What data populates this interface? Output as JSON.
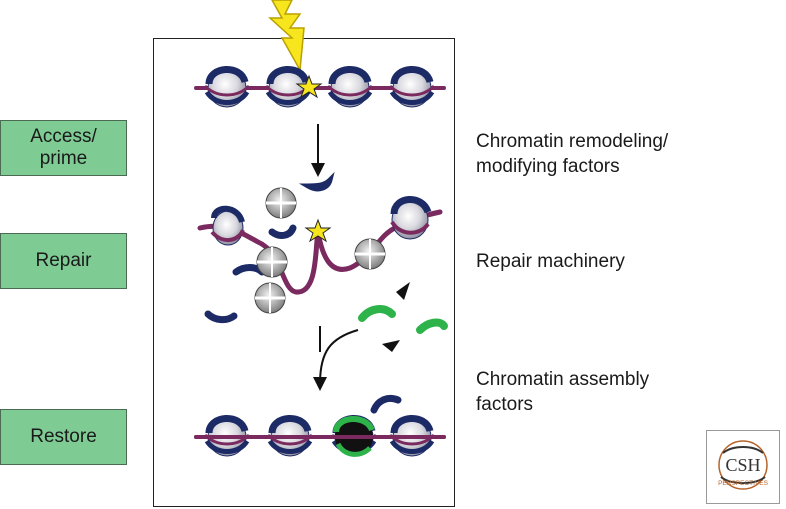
{
  "stages": [
    {
      "label": "Access/\nprime"
    },
    {
      "label": "Repair"
    },
    {
      "label": "Restore"
    }
  ],
  "factor_labels": [
    {
      "text": "Chromatin remodeling/\nmodifying factors"
    },
    {
      "text": "Repair machinery"
    },
    {
      "text": "Chromatin assembly\nfactors"
    }
  ],
  "logo": {
    "main": "CSH",
    "sub": "PERSPECTIVES"
  },
  "colors": {
    "stage_box": "#7ecb94",
    "dna": "#7a2a5e",
    "histone_dark": "#1c2a66",
    "histone_light": "#e6e6ea",
    "damage_star": "#f7e51e",
    "lightning": "#f7e51e",
    "repair_protein": "#9a9a9a",
    "new_histone": "#2db34a",
    "logo_accent": "#b5632a"
  }
}
